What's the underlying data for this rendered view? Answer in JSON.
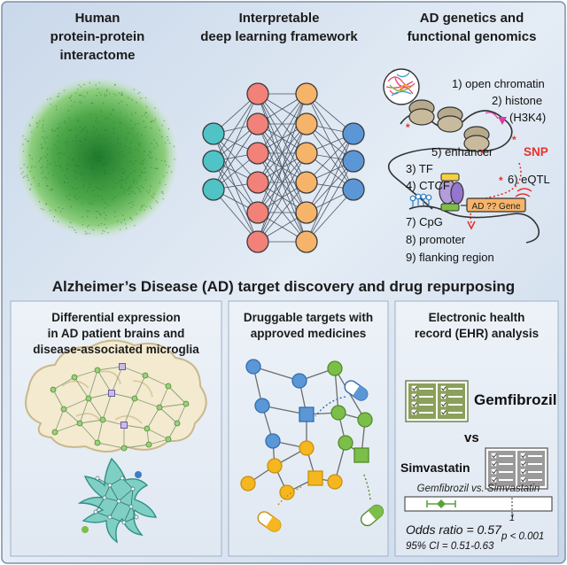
{
  "top": {
    "interactome_title": [
      "Human",
      "protein-protein",
      "interactome"
    ],
    "dl_title": [
      "Interpretable",
      "deep learning framework"
    ],
    "genomics_title": [
      "AD genetics and",
      "functional genomics"
    ],
    "genomics_labels": {
      "open_chromatin": "1) open chromatin",
      "histone": "2) histone",
      "h3k4": "(H3K4)",
      "snp": "SNP",
      "enhancer": "5) enhancer",
      "tf": "3) TF",
      "ctcf": "4) CTCF",
      "eqtl": "6) eQTL",
      "gene": "AD ?? Gene",
      "cpg": "7) CpG",
      "promoter": "8) promoter",
      "flanking": "9) flanking region"
    }
  },
  "banner": "Alzheimer’s Disease (AD) target discovery and drug repurposing",
  "bottom": {
    "expression_title": [
      "Differential expression",
      "in AD patient brains and",
      "disease-associated microglia"
    ],
    "druggable_title": [
      "Druggable targets with",
      "approved medicines"
    ],
    "ehr_title": [
      "Electronic health",
      "record (EHR) analysis"
    ],
    "drug_a": "Gemfibrozil",
    "vs": "vs",
    "drug_b": "Simvastatin",
    "comparison": "Gemfibrozil vs. Simvastatin",
    "forest_ref": "1",
    "odds_ratio": "Odds ratio = 0.57",
    "ci": "95% CI = 0.51-0.63",
    "p_value": "p < 0.001"
  },
  "colors": {
    "background": "#dfe8f3",
    "teal": "#4fc3c6",
    "salmon": "#f2817a",
    "orange": "#f5b469",
    "blue": "#5b97d6",
    "green": "#7cbf48",
    "yellow": "#f4b71f",
    "purple": "#8e7cc3",
    "red": "#e8312a"
  },
  "icons": [
    "protein-network-icon",
    "neural-network-icon",
    "chromatin-icon",
    "brain-network-icon",
    "microglia-icon",
    "drug-network-icon",
    "pill-icon",
    "health-record-icon",
    "forest-plot-icon"
  ]
}
